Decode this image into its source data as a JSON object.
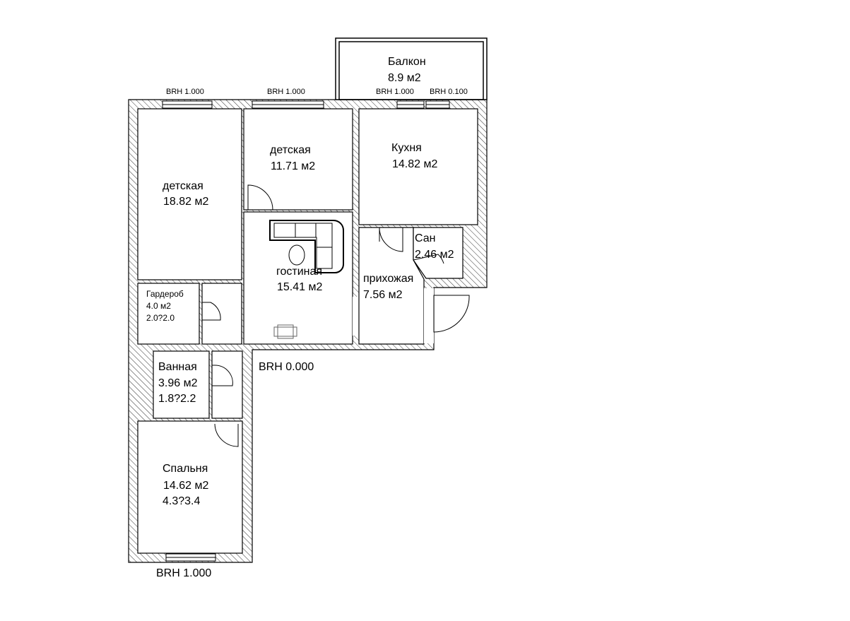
{
  "plan": {
    "rooms": [
      {
        "name": "детская",
        "area": "18.82 м2"
      },
      {
        "name": "детская",
        "area": "11.71 м2"
      },
      {
        "name": "Кухня",
        "area": "14.82 м2"
      },
      {
        "name": "гостиная",
        "area": "15.41 м2"
      },
      {
        "name": "прихожая",
        "area": "7.56 м2"
      },
      {
        "name": "Сан",
        "area": "2.46 м2"
      },
      {
        "name": "Гардероб",
        "area": "4.0 м2",
        "size": "2.0?2.0"
      },
      {
        "name": "Ванная",
        "area": "3.96 м2",
        "size": "1.8?2.2"
      },
      {
        "name": "Спальня",
        "area": "14.62 м2",
        "size": "4.3?3.4"
      },
      {
        "name": "Балкон",
        "area": "8.9 м2"
      }
    ],
    "window_labels": [
      "BRH 1.000",
      "BRH 1.000",
      "BRH 1.000",
      "BRH 0.100",
      "BRH 1.000"
    ],
    "floor_label": "BRH 0.000"
  }
}
